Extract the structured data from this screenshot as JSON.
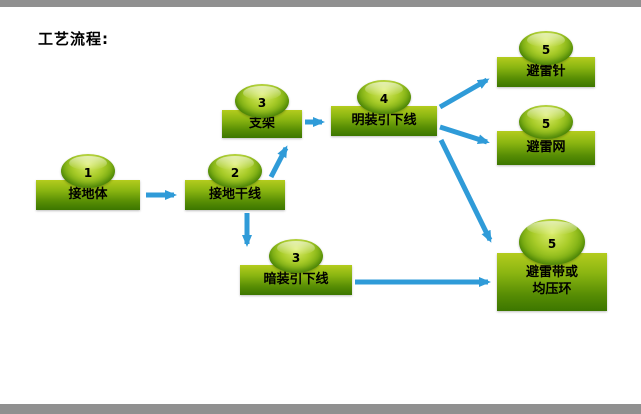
{
  "page": {
    "title": "工艺流程:"
  },
  "diagram": {
    "nodes": [
      {
        "step": "1",
        "label": "接地体"
      },
      {
        "step": "2",
        "label": "接地干线"
      },
      {
        "step": "3",
        "label": "支架"
      },
      {
        "step": "4",
        "label": "明装引下线"
      },
      {
        "step": "3",
        "label": "暗装引下线"
      },
      {
        "step": "5",
        "label": "避雷针"
      },
      {
        "step": "5",
        "label": "避雷网"
      },
      {
        "step": "5",
        "label": "避雷带或均压环"
      }
    ],
    "edges": [
      {
        "from": "接地体",
        "to": "接地干线"
      },
      {
        "from": "接地干线",
        "to": "支架"
      },
      {
        "from": "接地干线",
        "to": "暗装引下线"
      },
      {
        "from": "支架",
        "to": "明装引下线"
      },
      {
        "from": "明装引下线",
        "to": "避雷针"
      },
      {
        "from": "明装引下线",
        "to": "避雷网"
      },
      {
        "from": "明装引下线",
        "to": "避雷带或均压环"
      },
      {
        "from": "暗装引下线",
        "to": "避雷带或均压环"
      }
    ],
    "colors": {
      "node_gradient_top": "#b4cc1e",
      "node_gradient_bottom": "#3c7600",
      "oval_highlight": "#dcee6e",
      "oval_base": "#47820a",
      "arrow": "#2f9bd8",
      "text": "#000000",
      "frame_bar": "#909090"
    }
  }
}
